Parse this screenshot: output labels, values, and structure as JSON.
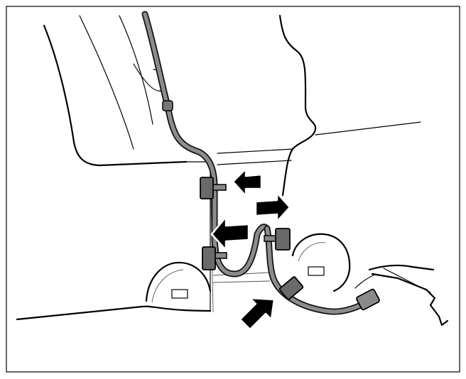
{
  "figure": {
    "background": "#ffffff",
    "frame_color": "#000000",
    "hose_fill": "#8c8c8c",
    "clip_fill": "#6a6a6a",
    "arrow_fill": "#000000",
    "icons": [
      "hose",
      "hose-clip",
      "direction-arrow",
      "connector"
    ]
  }
}
